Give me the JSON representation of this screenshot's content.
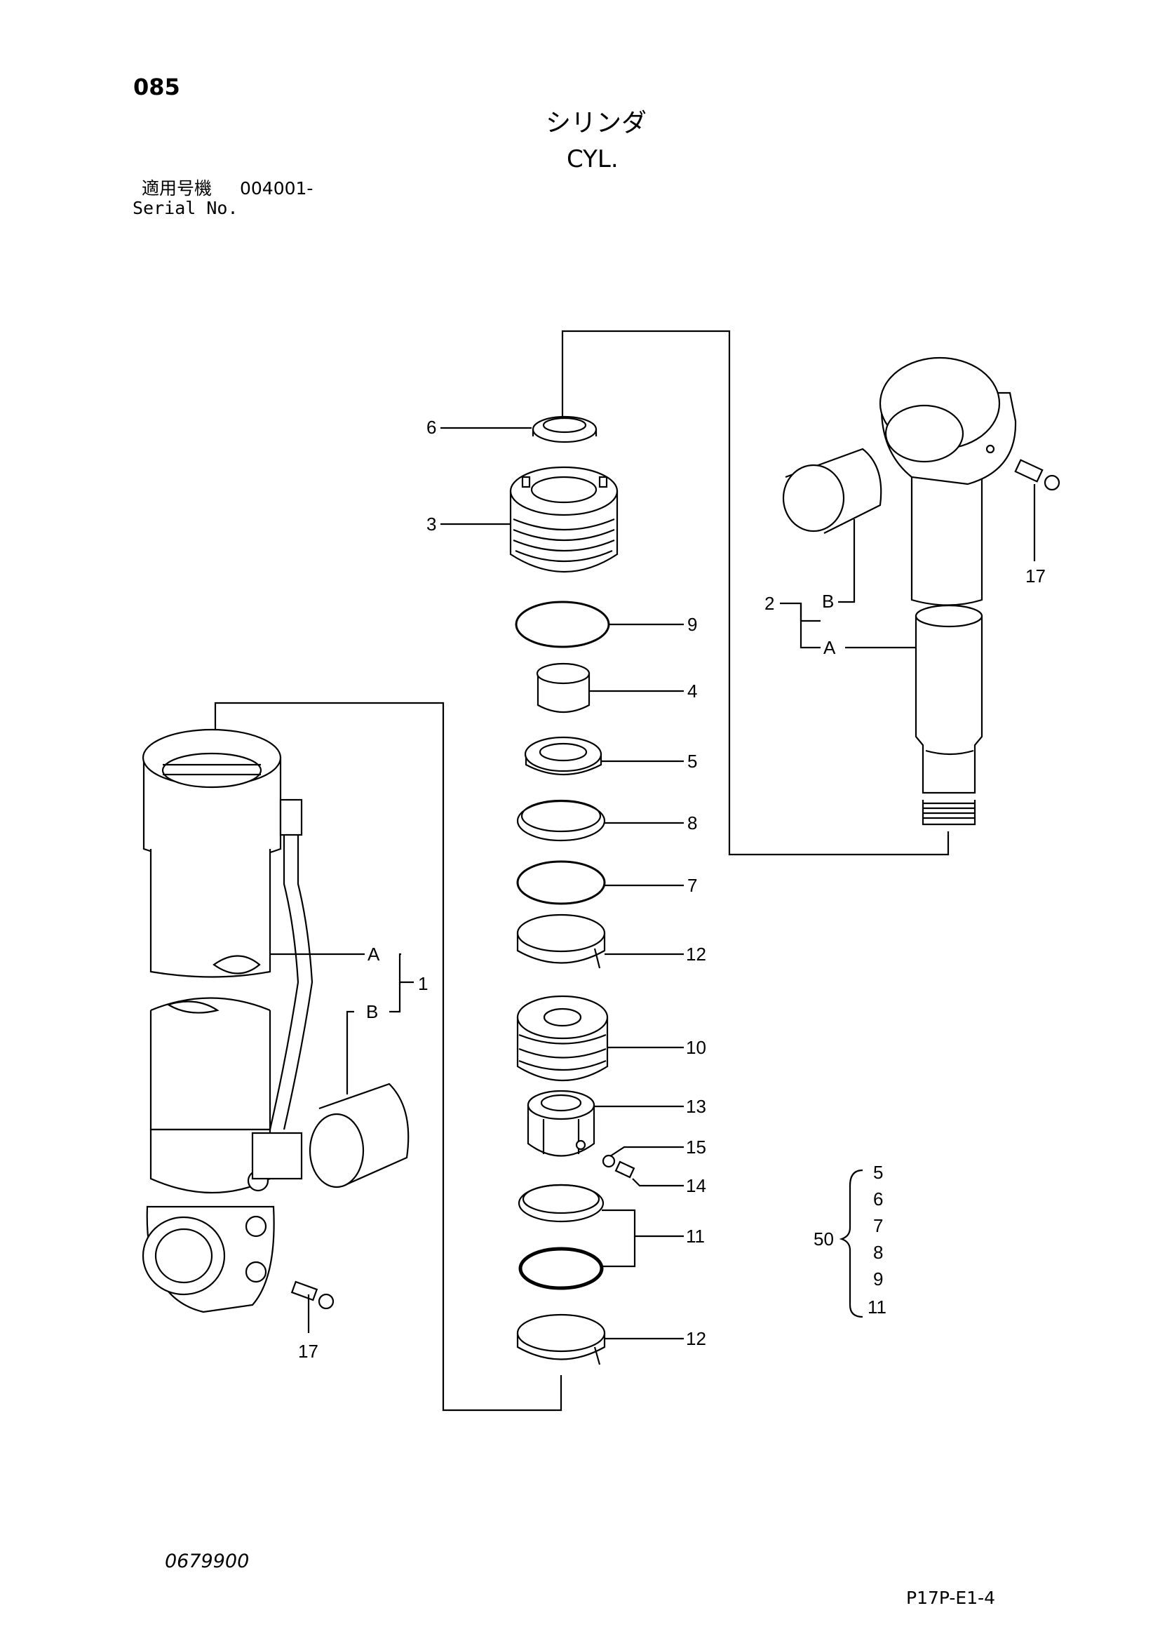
{
  "header": {
    "page_number": "085",
    "title_jp": "シリンダ",
    "title_en": "CYL.",
    "serial_label_jp": "適用号機",
    "serial_value": "004001-",
    "serial_label_en": "Serial No."
  },
  "callouts": {
    "c1": "1",
    "c2": "2",
    "c3": "3",
    "c4": "4",
    "c5": "5",
    "c6": "6",
    "c7": "7",
    "c8": "8",
    "c9": "9",
    "c10": "10",
    "c11": "11",
    "c12a": "12",
    "c12b": "12",
    "c13": "13",
    "c14": "14",
    "c15": "15",
    "c17a": "17",
    "c17b": "17",
    "sub_A1": "A",
    "sub_B1": "B",
    "sub_A2": "A",
    "sub_B2": "B"
  },
  "kit": {
    "number": "50",
    "items": [
      "5",
      "6",
      "7",
      "8",
      "9",
      "11"
    ]
  },
  "footer": {
    "doc_code": "0679900",
    "page_code": "P17P-E1-4"
  }
}
